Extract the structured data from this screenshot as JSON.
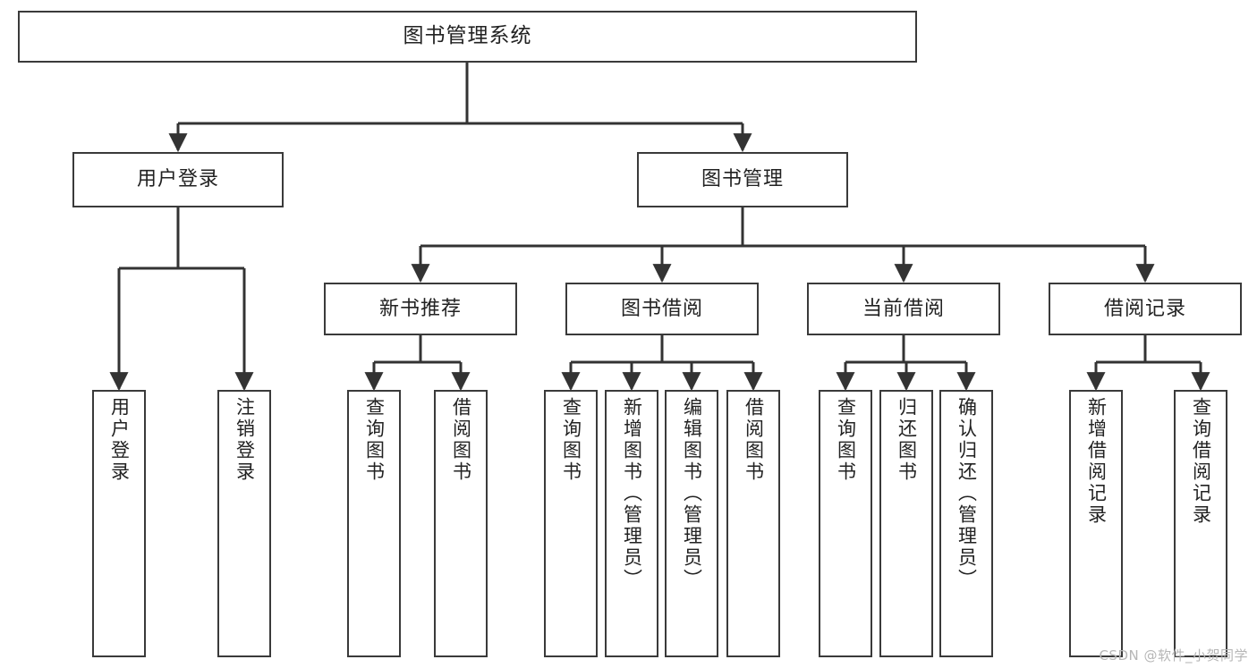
{
  "diagram": {
    "type": "tree",
    "title": "图书管理系统",
    "colors": {
      "box_border": "#3a3a3a",
      "box_fill": "#ffffff",
      "connector": "#333333",
      "text": "#222222",
      "watermark": "#b6b6b6",
      "background": "#ffffff"
    },
    "watermark": "CSDN @软件_小贺同学",
    "levels": {
      "root": {
        "label": "图书管理系统"
      },
      "level2": [
        {
          "label": "用户登录"
        },
        {
          "label": "图书管理"
        }
      ],
      "level3": [
        {
          "label": "新书推荐"
        },
        {
          "label": "图书借阅"
        },
        {
          "label": "当前借阅"
        },
        {
          "label": "借阅记录"
        }
      ],
      "leaves_user_login": [
        {
          "label": "用户登录"
        },
        {
          "label": "注销登录"
        }
      ],
      "leaves_new_book": [
        {
          "label": "查询图书"
        },
        {
          "label": "借阅图书"
        }
      ],
      "leaves_borrow": [
        {
          "label": "查询图书"
        },
        {
          "label": "新增图书（管理员）"
        },
        {
          "label": "编辑图书（管理员）"
        },
        {
          "label": "借阅图书"
        }
      ],
      "leaves_current": [
        {
          "label": "查询图书"
        },
        {
          "label": "归还图书"
        },
        {
          "label": "确认归还（管理员）"
        }
      ],
      "leaves_records": [
        {
          "label": "新增借阅记录"
        },
        {
          "label": "查询借阅记录"
        }
      ]
    }
  }
}
